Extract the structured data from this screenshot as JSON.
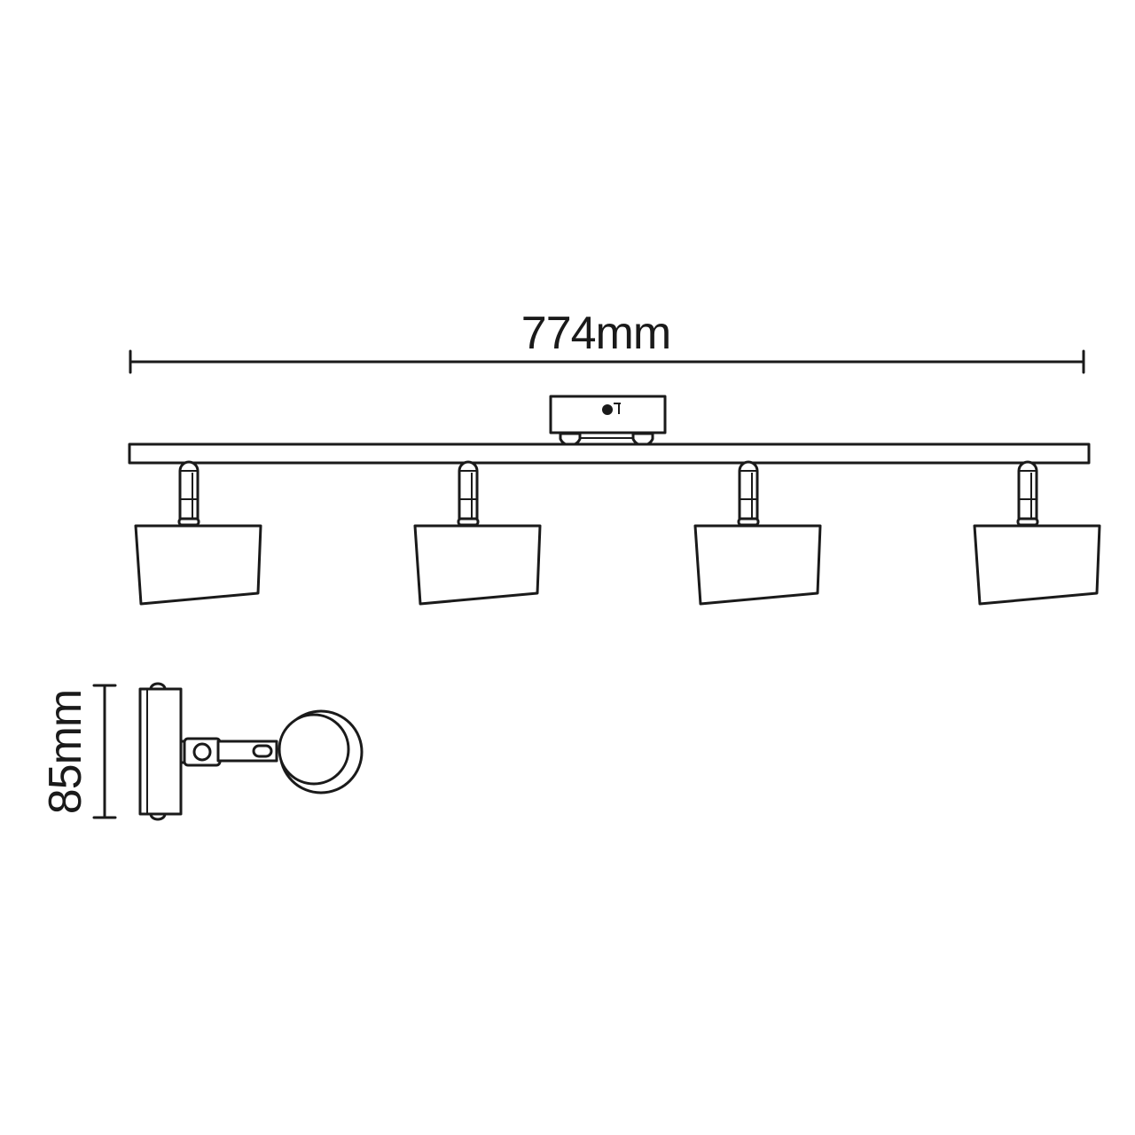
{
  "dimensions": {
    "width_label": "774mm",
    "height_label": "85mm"
  },
  "views": {
    "front": {
      "spotlight_count": 4
    },
    "side": {}
  },
  "colors": {
    "line": "#1a1a1a",
    "background": "#ffffff"
  }
}
